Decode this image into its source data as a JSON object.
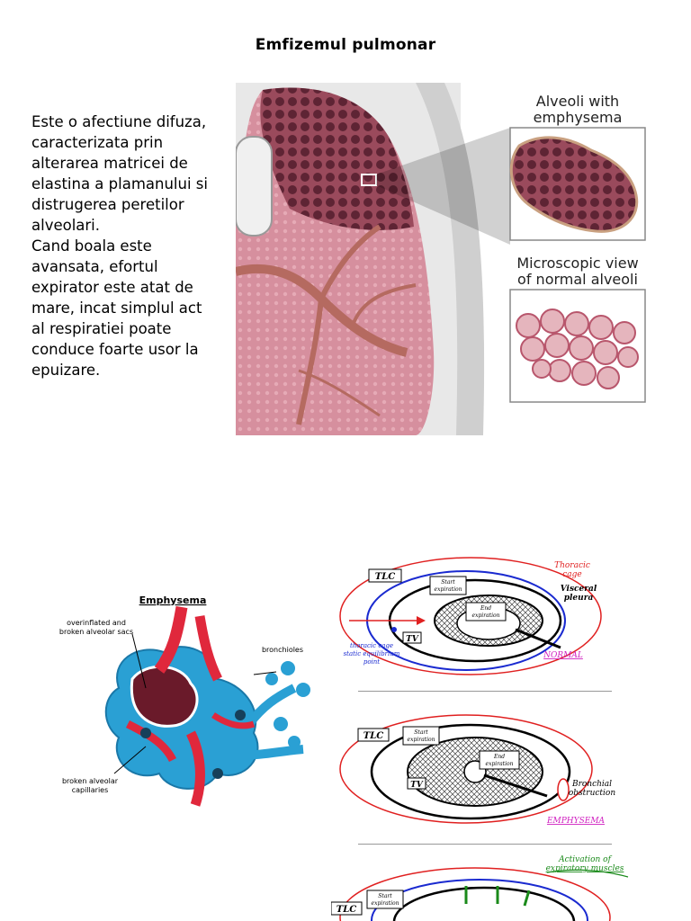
{
  "page": {
    "title": "Emfizemul pulmonar",
    "paragraph_1": "Este o afectiune difuza, caracterizata prin alterarea matricei de elastina a plamanului si distrugerea peretilor alveolari.",
    "paragraph_2": "Cand boala este avansata, efortul expirator este atat de mare, incat simplul act al respiratiei poate conduce foarte usor la epuizare."
  },
  "figure_lung": {
    "label_emphysema_line1": "Alveoli with",
    "label_emphysema_line2": "emphysema",
    "label_normal_line1": "Microscopic view",
    "label_normal_line2": "of normal alveoli"
  },
  "figure_emphysema": {
    "title": "Emphysema",
    "label_sacs_line1": "overinflated and",
    "label_sacs_line2": "broken alveolar sacs",
    "label_bronchioles": "bronchioles",
    "label_capillaries_line1": "broken alveolar",
    "label_capillaries_line2": "capillaries"
  },
  "figure_normal": {
    "tlc": "TLC",
    "tv": "TV",
    "start_line1": "Start",
    "start_line2": "expiration",
    "end_line1": "End",
    "end_line2": "expiration",
    "thoracic_line1": "Thoracic",
    "thoracic_line2": "cage",
    "visceral_line1": "Visceral",
    "visceral_line2": "pleura",
    "equilibrium_line1": "thoracic cage",
    "equilibrium_line2": "static equilibrium",
    "equilibrium_line3": "point",
    "caption": "NORMAL"
  },
  "figure_emph2": {
    "tlc": "TLC",
    "tv": "TV",
    "start_line1": "Start",
    "start_line2": "expiration",
    "end_line1": "End",
    "end_line2": "expiration",
    "obstruction_line1": "Bronchial",
    "obstruction_line2": "obstruction",
    "caption": "EMPHYSEMA"
  },
  "figure_muscles": {
    "tlc": "TLC",
    "start_line1": "Start",
    "start_line2": "expiration",
    "activation_line1": "Activation of",
    "activation_line2": "expiratory muscles"
  },
  "colors": {
    "lung_pink": "#d98c9c",
    "alveoli_dark": "#7a3848",
    "emphysema_blue": "#2aa0d4",
    "vessel_red": "#e0283c",
    "diagram_red": "#e02020",
    "diagram_blue": "#1a2ad0",
    "caption_magenta": "#d020c0",
    "muscle_green": "#1a8a1a"
  }
}
